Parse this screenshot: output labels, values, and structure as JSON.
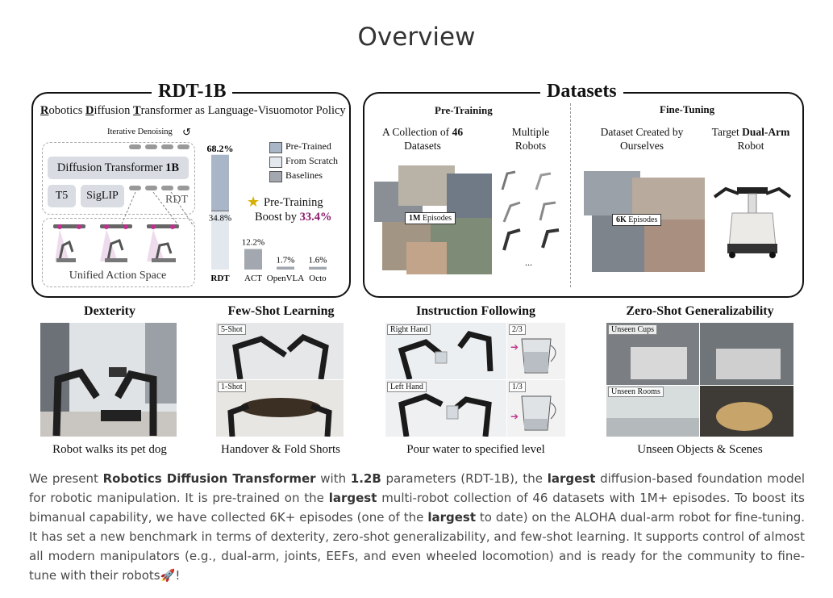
{
  "page_title": "Overview",
  "rdt": {
    "title": "RDT-1B",
    "subtitle_parts": [
      "R",
      "obotics ",
      "D",
      "iffusion ",
      "T",
      "ransformer as Language-Visuomotor Policy"
    ],
    "iterative_denoising": "Iterative Denoising",
    "diffusion_transformer": "Diffusion Transformer ",
    "diffusion_transformer_bold": "1B",
    "t5": "T5",
    "siglip": "SigLIP",
    "rdt_label": "RDT",
    "unified_action_space": "Unified Action Space",
    "chart_top_label": "68.2%",
    "boost_line1": "Pre-Training",
    "boost_line2": "Boost by ",
    "boost_value": "33.4%",
    "boost_color": "#8b1a6b"
  },
  "chart_data": {
    "type": "bar",
    "categories": [
      "RDT",
      "ACT",
      "OpenVLA",
      "Octo"
    ],
    "series": [
      {
        "name": "Pre-Trained",
        "values": [
          68.2,
          null,
          null,
          null
        ]
      },
      {
        "name": "From Scratch",
        "values": [
          34.8,
          null,
          null,
          null
        ]
      },
      {
        "name": "Baselines",
        "values": [
          null,
          12.2,
          1.7,
          1.6
        ]
      }
    ],
    "data_labels": [
      "34.8%",
      "12.2%",
      "1.7%",
      "1.6%"
    ],
    "legend": [
      "Pre-Trained",
      "From Scratch",
      "Baselines"
    ],
    "legend_position": "top-right",
    "colors": {
      "Pre-Trained": "#a9b6c8",
      "From Scratch": "#e3e8ef",
      "Baselines": "#a3a7af"
    },
    "ylim": [
      0,
      70
    ]
  },
  "datasets": {
    "title": "Datasets",
    "pretraining": "Pre-Training",
    "finetuning": "Fine-Tuning",
    "collection_pre": "A Collection of ",
    "collection_bold": "46",
    "collection_post": "Datasets",
    "multiple_robots": "Multiple Robots",
    "created_by": "Dataset Created by Ourselves",
    "target_pre": "Target ",
    "target_bold": "Dual-Arm",
    "target_post": "Robot",
    "one_m": "1M",
    "six_k": "6K",
    "episodes": " Episodes",
    "ellipsis": "..."
  },
  "sections": [
    {
      "title": "Dexterity",
      "caption": "Robot walks its pet dog"
    },
    {
      "title": "Few-Shot Learning",
      "caption": "Handover & Fold Shorts"
    },
    {
      "title": "Instruction Following",
      "caption": "Pour water to specified level"
    },
    {
      "title": "Zero-Shot Generalizability",
      "caption": "Unseen Objects & Scenes"
    }
  ],
  "photo_tags": {
    "five_shot": "5-Shot",
    "one_shot": "1-Shot",
    "right_hand": "Right Hand",
    "left_hand": "Left Hand",
    "two_thirds": "2/3",
    "one_third": "1/3",
    "unseen_cups": "Unseen Cups",
    "unseen_rooms": "Unseen Rooms"
  },
  "abstract": {
    "t1": "We present ",
    "b1": "Robotics Diffusion Transformer",
    "t2": " with ",
    "b2": "1.2B",
    "t3": " parameters (RDT-1B), the ",
    "b3": "largest",
    "t4": " diffusion-based foundation model for robotic manipulation. It is pre-trained on the ",
    "b4": "largest",
    "t5": " multi-robot collection of 46 datasets with 1M+ episodes. To boost its bimanual capability, we have collected 6K+ episodes (one of the ",
    "b5": "largest",
    "t6": " to date) on the ALOHA dual-arm robot for fine-tuning. It has set a new benchmark in terms of dexterity, zero-shot generalizability, and few-shot learning. It supports control of almost all modern manipulators (e.g., dual-arm, joints, EEFs, and even wheeled locomotion) and is ready for the community to fine-tune with their robots",
    "emoji": "🚀",
    "t7": "!"
  }
}
